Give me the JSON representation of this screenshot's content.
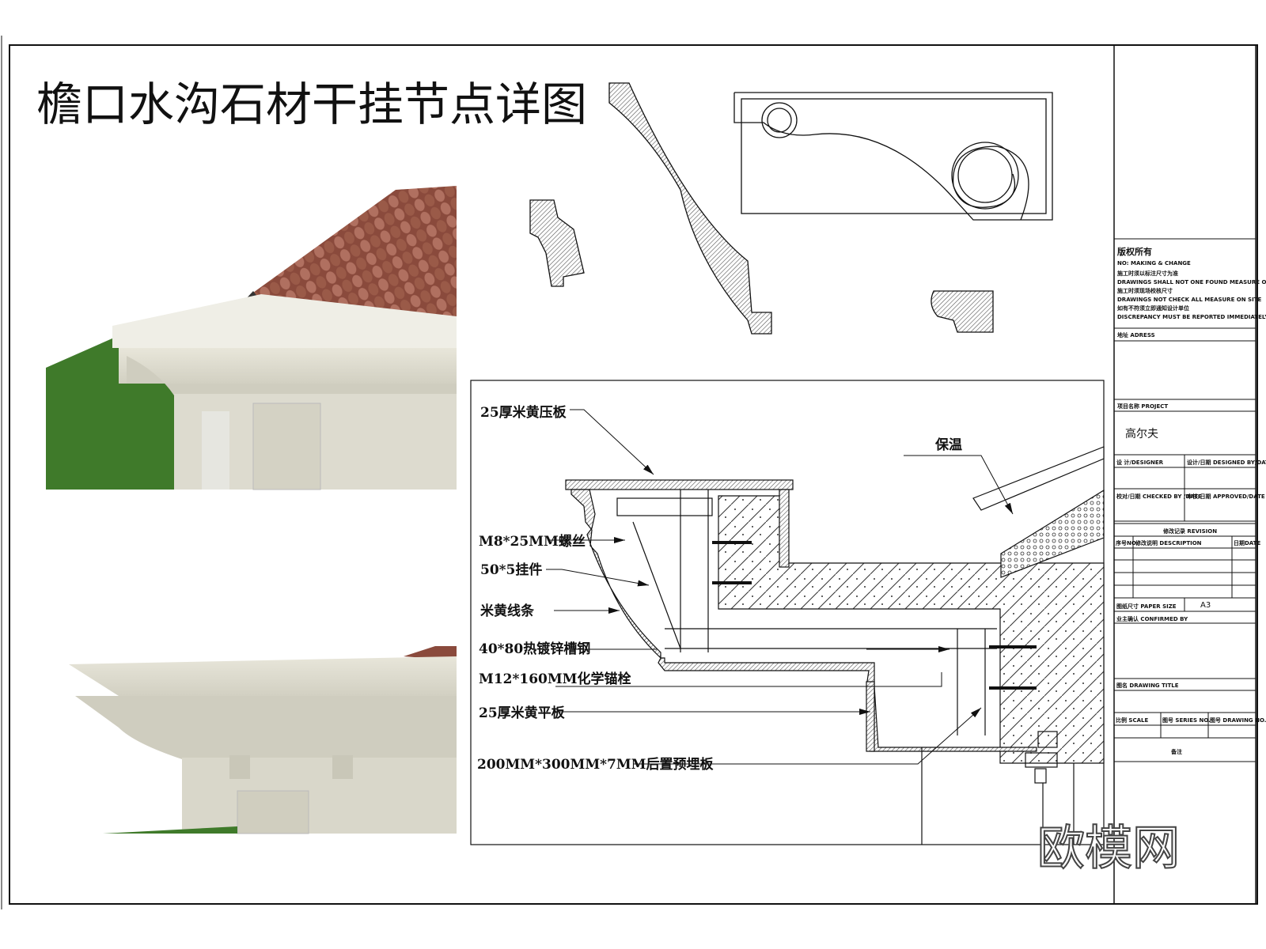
{
  "title": "檐口水沟石材干挂节点详图",
  "watermark": "欧模网",
  "section_labels": {
    "cap_board": "25厚米黄压板",
    "screw": "M8*25MM螺丝",
    "hanger": "50*5挂件",
    "moulding": "米黄线条",
    "channel_steel": "40*80热镀锌槽钢",
    "anchor_bolt": "M12*160MM化学锚栓",
    "flat_board": "25厚米黄平板",
    "embedded_plate": "200MM*300MM*7MM后置预埋板",
    "insulation": "保温"
  },
  "title_block": {
    "copyright": "版权所有",
    "copyright_en": "NO: MAKING & CHANGE",
    "note1": "施工时须以标注尺寸为准",
    "note1_en": "DRAWINGS SHALL NOT ONE FOUND MEASURE ONLY",
    "note2": "施工时须现场校核尺寸",
    "note2_en": "DRAWINGS NOT CHECK ALL MEASURE ON SITE",
    "note3": "如有不符须立即通知设计单位",
    "note3_en": "DISCREPANCY MUST BE REPORTED IMMEDIATELY TO ARCHITECT",
    "address": "地址  ADRESS",
    "project_label": "项目名称  PROJECT",
    "project_name": "高尔夫",
    "designer": "设  计/DESIGNER",
    "design_date": "设计/日期 DESIGNED  BY/DATE",
    "checked": "校对/日期 CHECKED BY /DATE",
    "approved": "审核/日期 APPROVED/DATE",
    "revision": "修改记录  REVISION",
    "rev_no": "序号NO.",
    "rev_desc": "修改说明  DESCRIPTION",
    "rev_date": "日期DATE",
    "paper_size_label": "图纸尺寸 PAPER SIZE",
    "paper_size": "A3",
    "confirmed": "业主确认  CONFIRMED  BY",
    "drawing_title": "图名  DRAWING  TITLE",
    "scale": "比例  SCALE",
    "series": "图号  SERIES NO.",
    "drawing_no": "图号  DRAWING NO.",
    "remarks": "备注"
  }
}
